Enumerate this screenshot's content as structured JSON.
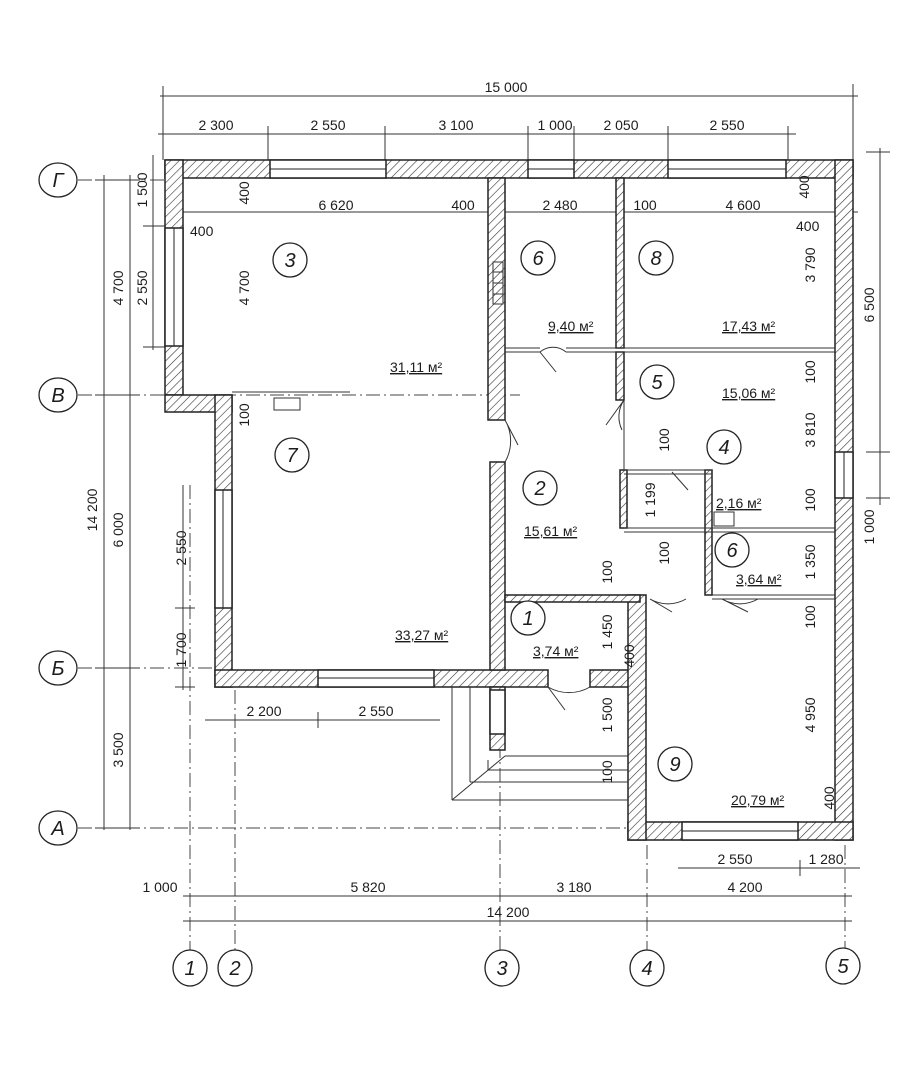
{
  "dimensions": {
    "overall_top": "15 000",
    "top_row": [
      "2 300",
      "2 550",
      "3 100",
      "1 000",
      "2 050",
      "2 550"
    ],
    "inner_row": [
      "6 620",
      "400",
      "2 480",
      "100",
      "4 600"
    ],
    "left_outer": [
      "4 700",
      "6 000",
      "3 500"
    ],
    "left_total": "14 200",
    "left_inner": [
      "1 500",
      "2 550",
      "2 550",
      "1 700"
    ],
    "right_outer": [
      "6 500",
      "1 000"
    ],
    "bottom_row1": [
      "2 200",
      "2 550"
    ],
    "bottom_row2": [
      "2 550",
      "1 280"
    ],
    "bottom_row3": [
      "1 000",
      "5 820",
      "3 180",
      "4 200"
    ],
    "bottom_total": "14 200",
    "misc": [
      "400",
      "400",
      "4 700",
      "400",
      "400",
      "3 790",
      "100",
      "100",
      "3 810",
      "100",
      "1 199",
      "100",
      "100",
      "100",
      "1 350",
      "100",
      "1 450",
      "400",
      "1 500",
      "100",
      "4 950",
      "400"
    ]
  },
  "rooms": [
    {
      "num": "1",
      "area": "3,74 м²"
    },
    {
      "num": "2",
      "area": "15,61 м²"
    },
    {
      "num": "3",
      "area": "31,11 м²"
    },
    {
      "num": "4",
      "area": "2,16 м²"
    },
    {
      "num": "5",
      "area": "15,06 м²"
    },
    {
      "num": "6",
      "area": "9,40 м²"
    },
    {
      "num": "6",
      "area": "3,64 м²"
    },
    {
      "num": "7",
      "area": "33,27 м²"
    },
    {
      "num": "8",
      "area": "17,43 м²"
    },
    {
      "num": "9",
      "area": "20,79 м²"
    }
  ],
  "axes_letters": [
    "Г",
    "В",
    "Б",
    "А"
  ],
  "axes_numbers": [
    "1",
    "2",
    "3",
    "4",
    "5"
  ]
}
